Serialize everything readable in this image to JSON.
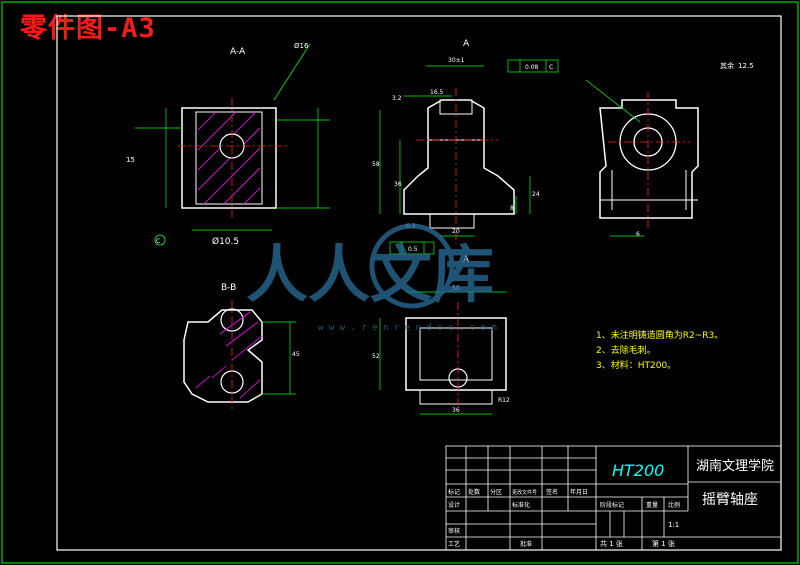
{
  "corner_title": "零件图-A3",
  "views": {
    "section_a_label": "A-A",
    "section_b_label": "B-B",
    "view_a_label": "A",
    "view_a_arrow_label": "A"
  },
  "dims": {
    "od_bore": "Ø10.5",
    "dia_small": "Ø16",
    "top_width": "30±1",
    "flatness": "0.08",
    "datum_c": "C",
    "datum_c2": "C",
    "height_58": "58",
    "height_36": "36",
    "dim_24": "24",
    "dim_8": "8",
    "dim_20": "20",
    "dim_16_5": "16.5",
    "dim_50": "50",
    "dim_52": "52",
    "dim_36": "36",
    "dim_45": "45",
    "dim_r12": "R12",
    "dim_6": "6",
    "dim_15": "15",
    "dim_rough": "3.2",
    "dim_rough2": "6.3",
    "dim_rough3": "12.5",
    "dim_par": "0.5",
    "dim_rest": "其余"
  },
  "notes": [
    "1、未注明铸造圆角为R2~R3。",
    "2、去除毛刺。",
    "3、材料：HT200。"
  ],
  "title_block": {
    "material": "HT200",
    "school": "湖南文理学院",
    "part_name": "摇臂轴座",
    "scale": "1:1",
    "total_sheets": "共 1 张",
    "sheet_no": "第 1 张",
    "row_labels": [
      "标记",
      "处数",
      "分区",
      "更改文件号",
      "签名",
      "年月日"
    ],
    "design_label": "设计",
    "standard_label": "标准化",
    "review_label": "审核",
    "process_label": "工艺",
    "approve_label": "批准",
    "stage_label": "阶段标记",
    "weight_label": "重量",
    "ratio_label": "比例"
  },
  "watermark": {
    "text": "人人文库",
    "url": "w w w . r e n r e n d o c . c o m"
  },
  "colors": {
    "frame": "#ffffff",
    "part": "#ffffff",
    "centerline": "#ff2020",
    "dimension": "#00ff00",
    "hatch": "#ff00ff",
    "note": "#ffff00",
    "title_red": "#ff1a1a",
    "watermark": "#2a6f9a"
  }
}
